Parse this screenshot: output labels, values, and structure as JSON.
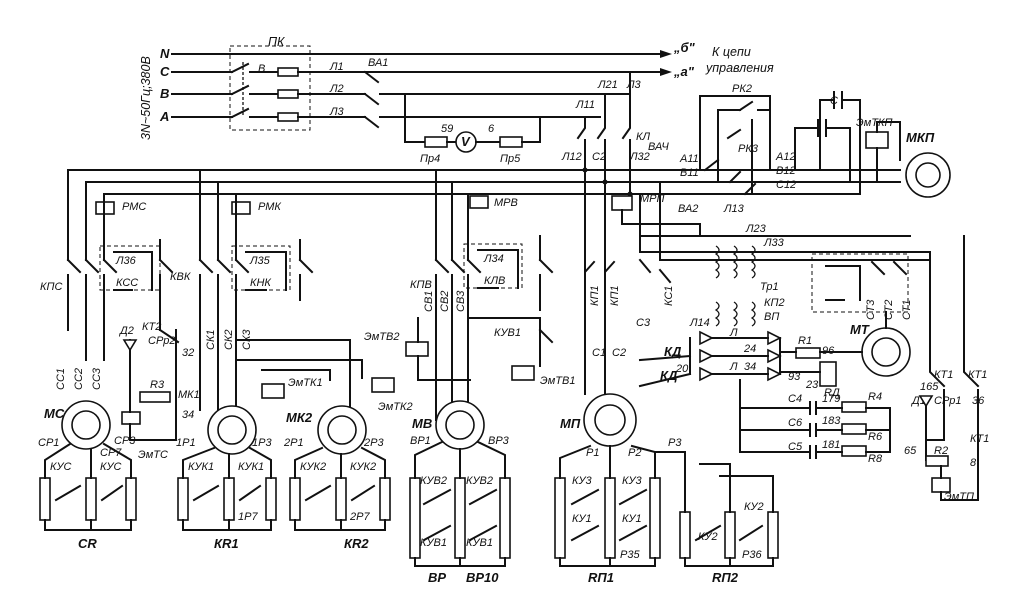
{
  "supply": {
    "rating": "3N~50Гц;380В",
    "phases": [
      "N",
      "C",
      "B",
      "A"
    ],
    "main_switch": "ПК",
    "fuse_block": "В"
  },
  "feeders": {
    "lines": [
      "Л1",
      "Л2",
      "Л3"
    ],
    "breaker": "ВА1",
    "to_control_a": "„а\"",
    "to_control_b": "„б\"",
    "control_note_1": "К цепи",
    "control_note_2": "управления",
    "tap_labels": [
      "Л21",
      "Л3",
      "Л11",
      "Л12",
      "С2",
      "Л32",
      "КЛ"
    ]
  },
  "voltmeter": {
    "symbol": "V",
    "left_wire": "59",
    "right_wire": "6",
    "fuse_left": "Пр4",
    "fuse_right": "Пр5"
  },
  "crane_panel": {
    "relays": [
      "РК2",
      "РК3"
    ],
    "capacitor": "С",
    "brake_coil": "ЭмТКП",
    "motor": "МКП",
    "breaker": "ВАЧ",
    "phases": [
      "А11",
      "В11",
      "А12",
      "В12",
      "С12"
    ]
  },
  "left_section": {
    "relays": [
      "РМС",
      "РМК",
      "МРВ",
      "МРП"
    ],
    "contactors": [
      "КПС",
      "КВК",
      "КПВ",
      "КЛВ",
      "КСС",
      "КНК"
    ],
    "contacts": [
      "Л36",
      "Л35",
      "Л34",
      "СВ1",
      "СВ2",
      "СВ3",
      "СК1",
      "СК2",
      "СК3",
      "СС1",
      "СС2",
      "СС3"
    ],
    "misc": [
      "Д2",
      "КТ2",
      "СРр2",
      "32",
      "R3",
      "МК1",
      "34",
      "ЭмТС"
    ],
    "brakes": [
      "ЭмТВ2",
      "КУВ1",
      "ЭмТВ1",
      "ЭмТК1",
      "ЭмТК2"
    ]
  },
  "motors": {
    "list": [
      {
        "id": "МС",
        "label": "МС"
      },
      {
        "id": "МК1",
        "label": "1Р1"
      },
      {
        "id": "МК2",
        "label": "МК2"
      },
      {
        "id": "МВ",
        "label": "МВ"
      },
      {
        "id": "МП",
        "label": "МП"
      }
    ]
  },
  "resistor_boxes": {
    "labels": [
      "СР1",
      "СР3",
      "СР7",
      "КУС",
      "КУС",
      "СR",
      "КУК1",
      "КУК1",
      "1Р7",
      "1Р3",
      "КR1",
      "2Р1",
      "2Р3",
      "КУК2",
      "КУК2",
      "2Р7",
      "КR2",
      "ВР1",
      "ВР3",
      "КУВ2",
      "КУВ2",
      "КУВ1",
      "КУВ1",
      "ВР",
      "ВР10",
      "Р1",
      "Р2",
      "Р3",
      "КУ3",
      "КУ3",
      "КУ1",
      "КУ1",
      "КУ2",
      "КУ2",
      "Р35",
      "Р36",
      "RП1",
      "RП2"
    ]
  },
  "hoist_control": {
    "breaker": "ВА2",
    "lines": [
      "Л13",
      "Л23",
      "Л33"
    ],
    "transformer": "Тр1",
    "contacts": [
      "КП1",
      "КП1",
      "КС1",
      "КП2",
      "ВП"
    ],
    "phase_labels": [
      "С3",
      "С1",
      "С2",
      "Л14"
    ],
    "controller": "КД",
    "rectifier_nodes": [
      "Л",
      "24",
      "Л",
      "34",
      "20"
    ],
    "resistors": [
      "R1",
      "R4",
      "R6",
      "R8",
      "RД"
    ],
    "capacitors": [
      "С4",
      "С6",
      "С5"
    ],
    "wire_numbers": [
      "96",
      "93",
      "23",
      "179",
      "183",
      "181"
    ],
    "contacts_st": [
      "СТ3",
      "СТ2",
      "СТ1"
    ],
    "motor": "МТ"
  },
  "brake_circuit": {
    "contacts": [
      "КТ1",
      "КТ1",
      "КТ1"
    ],
    "labels": [
      "165",
      "Д1",
      "СРр1",
      "36",
      "65",
      "R2",
      "8"
    ],
    "coil": "ЭмТП"
  }
}
